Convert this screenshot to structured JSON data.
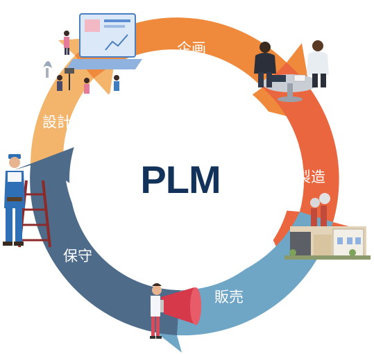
{
  "diagram": {
    "center": "PLM",
    "stages": [
      {
        "label": "企画",
        "color": "#ef8a3c",
        "illustration": "meeting-icon"
      },
      {
        "label": "製造",
        "color": "#e9663f",
        "illustration": "factory-icon"
      },
      {
        "label": "販売",
        "color": "#6fa6c6",
        "illustration": "megaphone-icon"
      },
      {
        "label": "保守",
        "color": "#4e6c8a",
        "illustration": "worker-ladder-icon"
      },
      {
        "label": "設計",
        "color": "#f3b46c",
        "illustration": "laptop-design-icon"
      }
    ]
  }
}
